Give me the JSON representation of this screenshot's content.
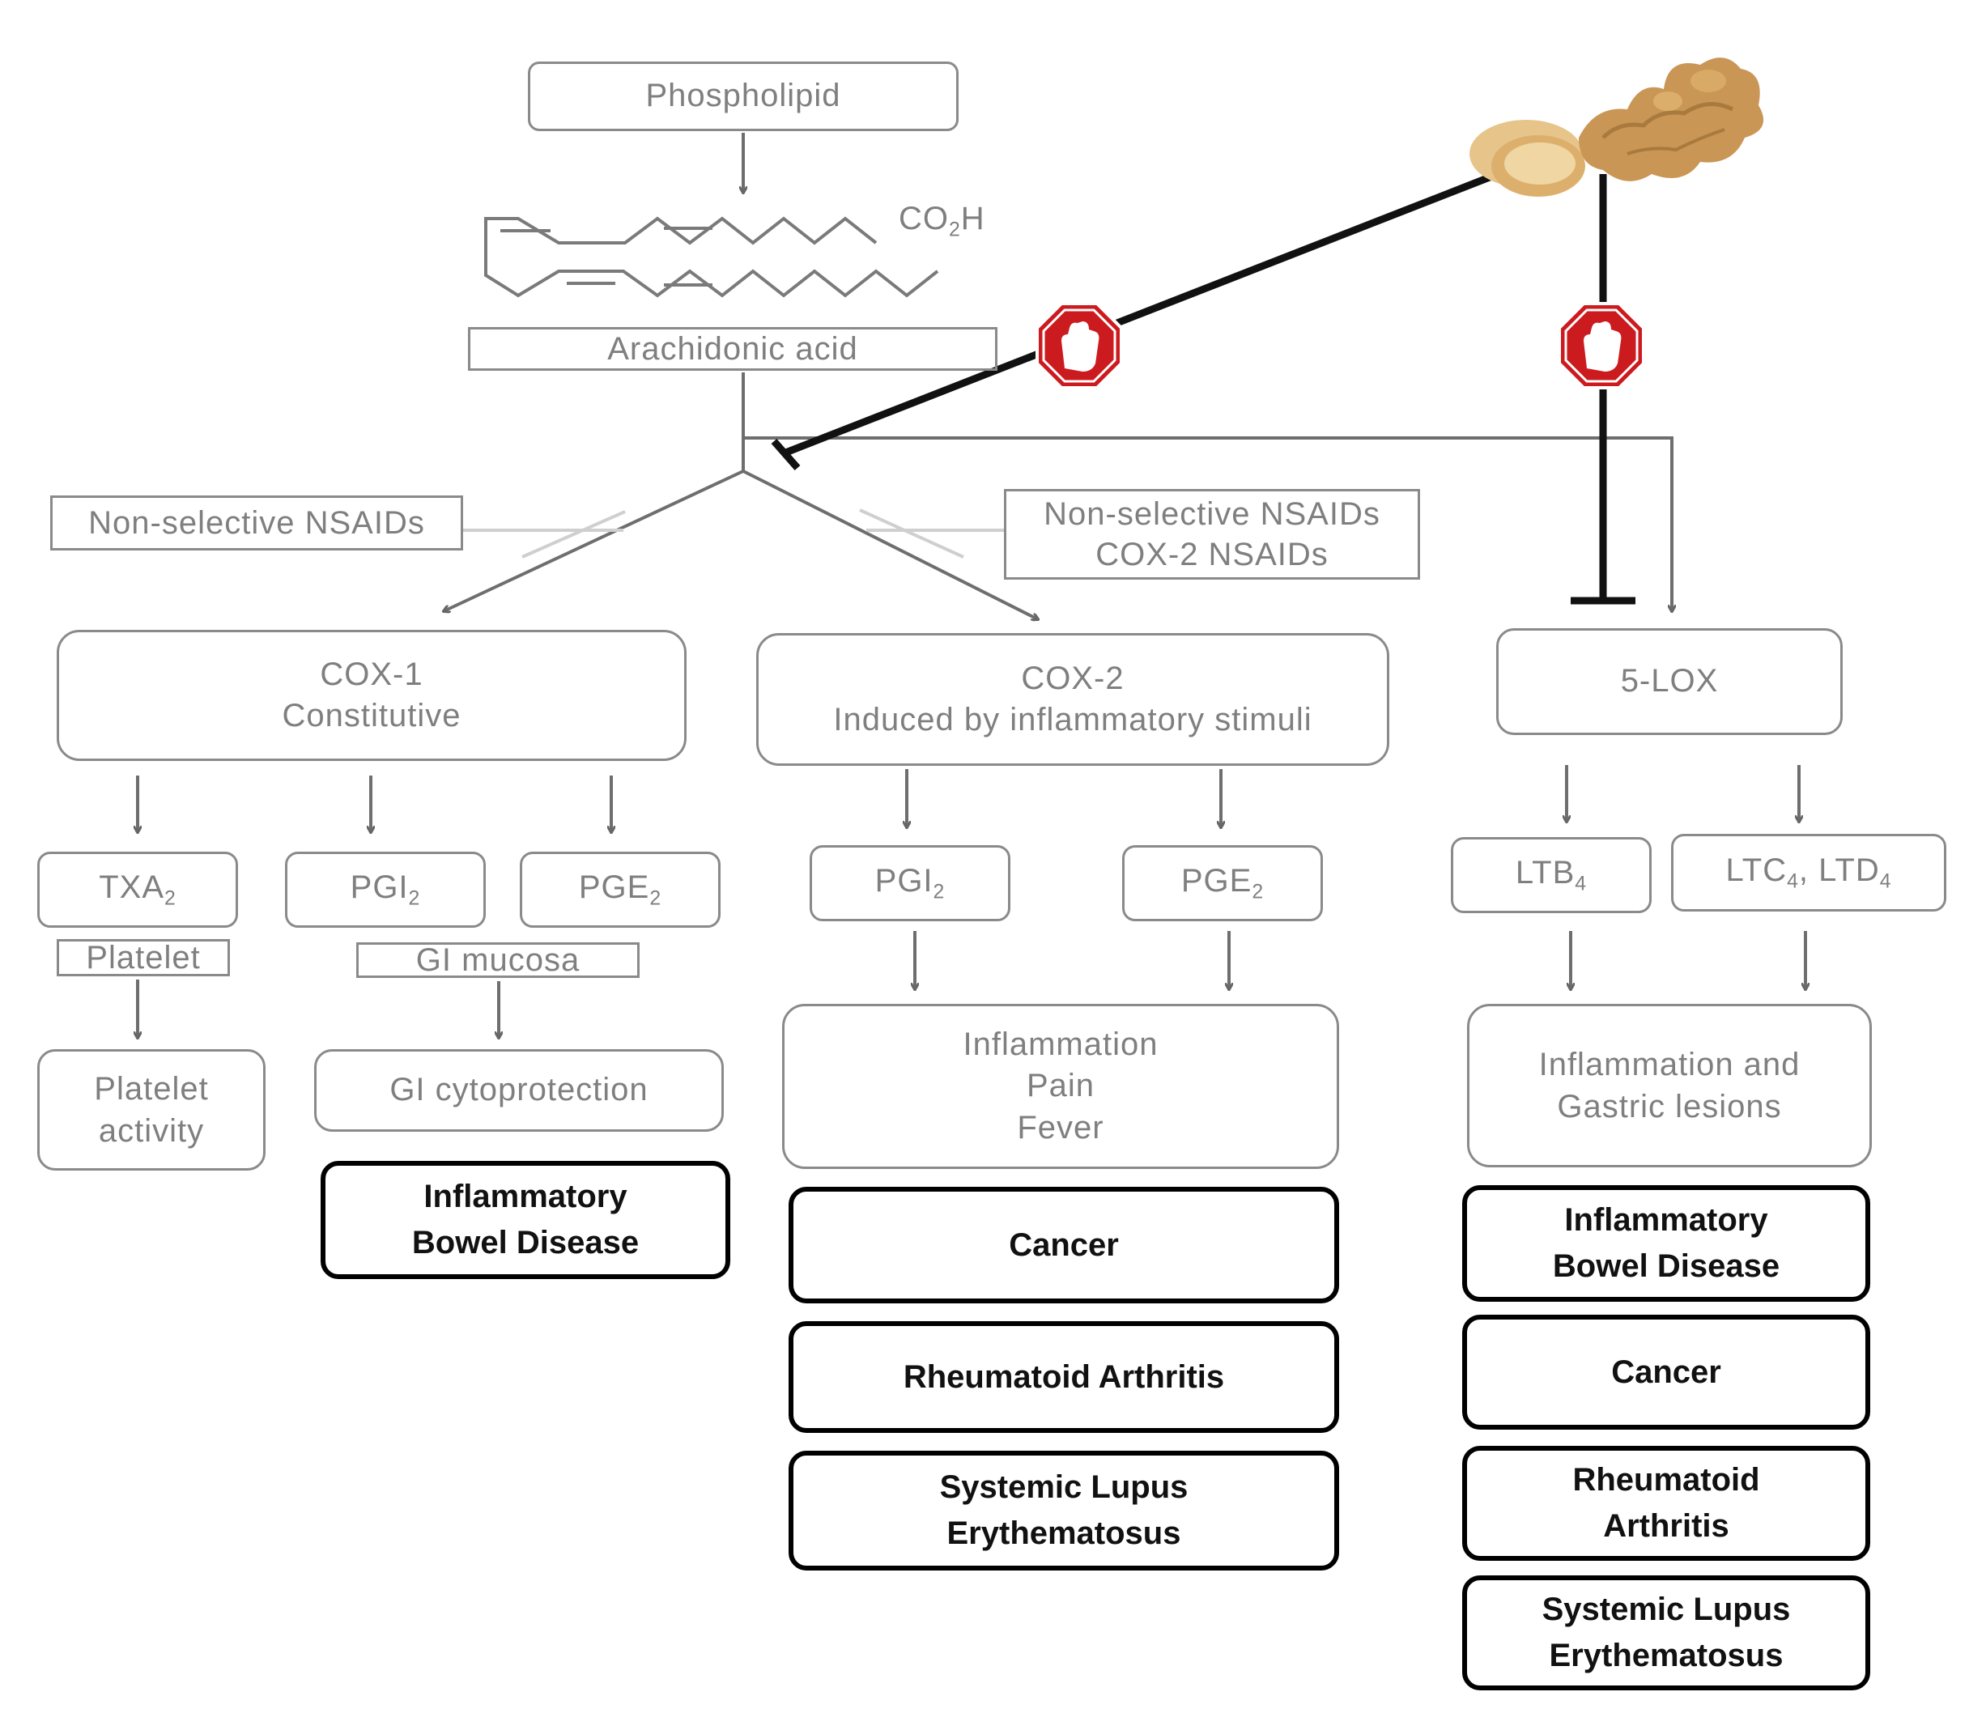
{
  "top": {
    "phospholipid": "Phospholipid",
    "co2h": [
      "CO",
      "2",
      "H"
    ],
    "arachidonic": "Arachidonic acid"
  },
  "inhibitors": {
    "left": "Non-selective NSAIDs",
    "right": [
      "Non-selective NSAIDs",
      "COX-2 NSAIDs"
    ]
  },
  "cox1": {
    "title": [
      "COX-1",
      "Constitutive"
    ],
    "products": {
      "txa2": [
        "TXA",
        "2"
      ],
      "pgi2": [
        "PGI",
        "2"
      ],
      "pge2": [
        "PGE",
        "2"
      ]
    },
    "platelet_label": "Platelet",
    "gi_label": "GI mucosa",
    "platelet_activity": [
      "Platelet",
      "activity"
    ],
    "gi_cytoprotection": "GI cytoprotection",
    "disease": [
      "Inflammatory",
      "Bowel Disease"
    ]
  },
  "cox2": {
    "title": [
      "COX-2",
      "Induced by inflammatory stimuli"
    ],
    "products": {
      "pgi2": [
        "PGI",
        "2"
      ],
      "pge2": [
        "PGE",
        "2"
      ]
    },
    "effects": [
      "Inflammation",
      "Pain",
      "Fever"
    ],
    "diseases": {
      "cancer": "Cancer",
      "ra": "Rheumatoid Arthritis",
      "sle": [
        "Systemic Lupus",
        "Erythematosus"
      ]
    }
  },
  "lox": {
    "title": "5-LOX",
    "products": {
      "ltb4": [
        "LTB",
        "4"
      ],
      "ltc4": [
        "LTC",
        "4",
        ", LTD",
        "4"
      ]
    },
    "effects": [
      "Inflammation and",
      "Gastric lesions"
    ],
    "diseases": {
      "ibd": [
        "Inflammatory",
        "Bowel Disease"
      ],
      "cancer": "Cancer",
      "ra": [
        "Rheumatoid",
        "Arthritis"
      ],
      "sle": [
        "Systemic Lupus",
        "Erythematosus"
      ]
    }
  },
  "colors": {
    "grey": "#8a8a8a",
    "stop_sign": "#cc1b1f",
    "ginger": "#d9aa66"
  },
  "icons": {
    "stop": "stop-hand-icon",
    "ginger": "ginger-root-image"
  }
}
